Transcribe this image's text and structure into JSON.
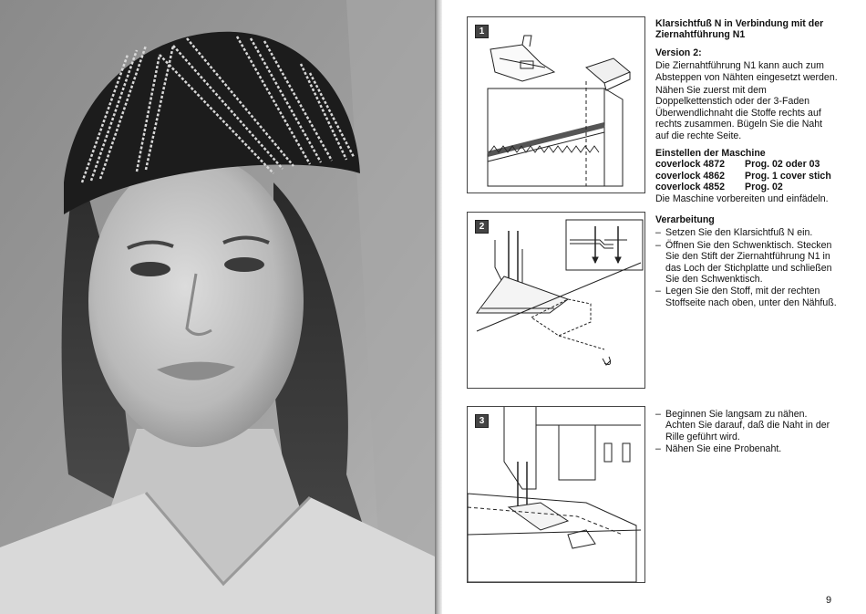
{
  "photo": {
    "alt": "woman-with-embroidered-headband"
  },
  "figures": [
    {
      "label": "1"
    },
    {
      "label": "2"
    },
    {
      "label": "3"
    }
  ],
  "section1": {
    "title": "Klarsichtfuß N in Verbindung mit der Ziernahtführung N1",
    "version_label": "Version 2:",
    "paragraphs": [
      "Die Ziernahtführung N1 kann auch zum Absteppen von Nähten eingesetzt werden.",
      "Nähen Sie zuerst mit dem Doppelkettenstich oder der 3-Faden Überwendlichnaht die Stoffe rechts auf rechts zusammen. Bügeln Sie die Naht auf die rechte Seite."
    ]
  },
  "settings": {
    "title": "Einstellen der Maschine",
    "rows": [
      {
        "model": "coverlock 4872",
        "prog": "Prog. 02 oder 03"
      },
      {
        "model": "coverlock 4862",
        "prog": "Prog. 1 cover stich"
      },
      {
        "model": "coverlock 4852",
        "prog": "Prog. 02"
      }
    ],
    "note": "Die Maschine vorbereiten und einfädeln."
  },
  "processing": {
    "title": "Verarbeitung",
    "steps": [
      "Setzen Sie den Klarsichtfuß N ein.",
      "Öffnen Sie den Schwenktisch. Stecken Sie den Stift der Ziernahtführung N1 in das Loch der Stichplatte und schließen Sie den Schwenktisch.",
      "Legen Sie den Stoff, mit der rechten Stoffseite nach oben, unter den Nähfuß."
    ]
  },
  "section3": {
    "steps": [
      "Beginnen Sie langsam zu nähen. Achten Sie darauf, daß die Naht in der Rille geführt wird.",
      "Nähen Sie eine Probenaht."
    ]
  },
  "dash": "–",
  "page_number": "9"
}
